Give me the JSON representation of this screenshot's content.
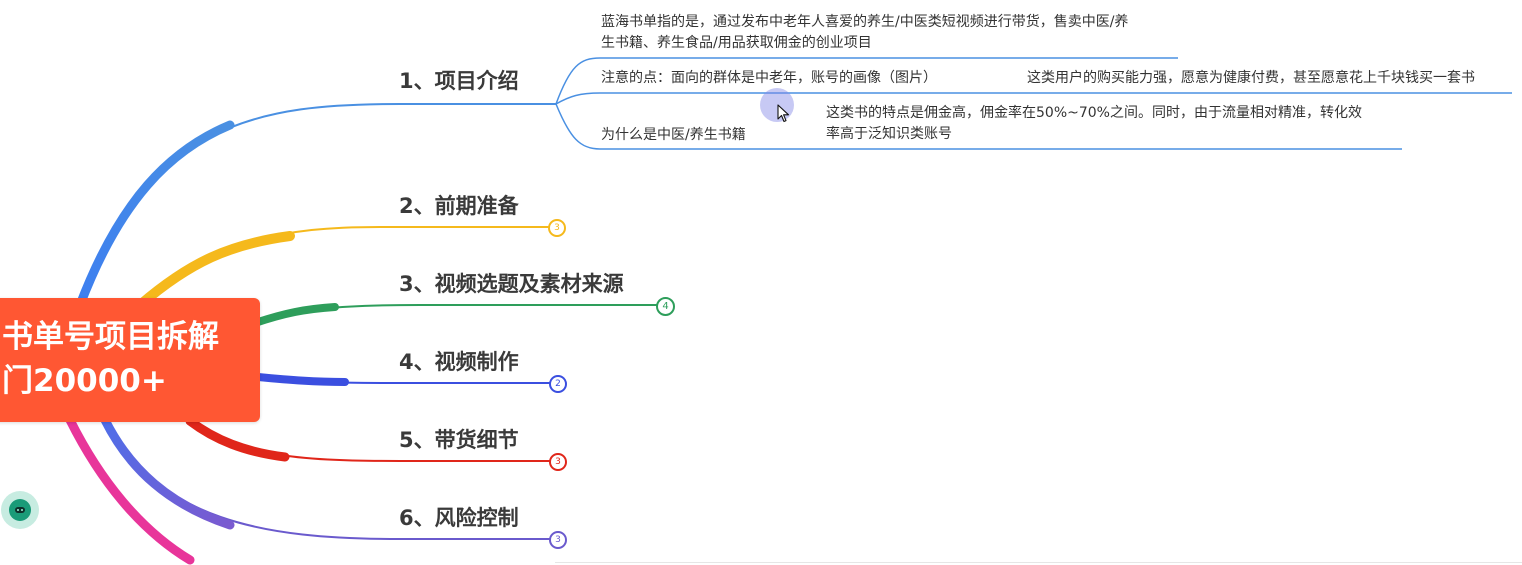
{
  "root": {
    "line1": "书单号项目拆解",
    "line2": "门20000+",
    "color": "#ff5733"
  },
  "branches": [
    {
      "label": "1、项目介绍",
      "color": "#4a90e2"
    },
    {
      "label": "2、前期准备",
      "color": "#f5b91c",
      "badge": "3"
    },
    {
      "label": "3、视频选题及素材来源",
      "color": "#2e9e5b",
      "badge": "4"
    },
    {
      "label": "4、视频制作",
      "color": "#3b4fe0",
      "badge": "2"
    },
    {
      "label": "5、带货细节",
      "color": "#e0261a",
      "badge": "3"
    },
    {
      "label": "6、风险控制",
      "color": "#6a5acd",
      "badge": "3"
    }
  ],
  "project_intro": {
    "definition_line1": "蓝海书单指的是，通过发布中老年人喜爱的养生/中医类短视频进行带货，售卖中医/养",
    "definition_line2": "生书籍、养生食品/用品获取佣金的创业项目",
    "audience_point": "注意的点：面向的群体是中老年，账号的画像（图片）",
    "audience_detail": "这类用户的购买能力强，愿意为健康付费，甚至愿意花上千块钱买一套书",
    "why_title": "为什么是中医/养生书籍",
    "why_detail_line1": "这类书的特点是佣金高，佣金率在50%~70%之间。同时，由于流量相对精准，转化效",
    "why_detail_line2": "率高于泛知识类账号"
  }
}
